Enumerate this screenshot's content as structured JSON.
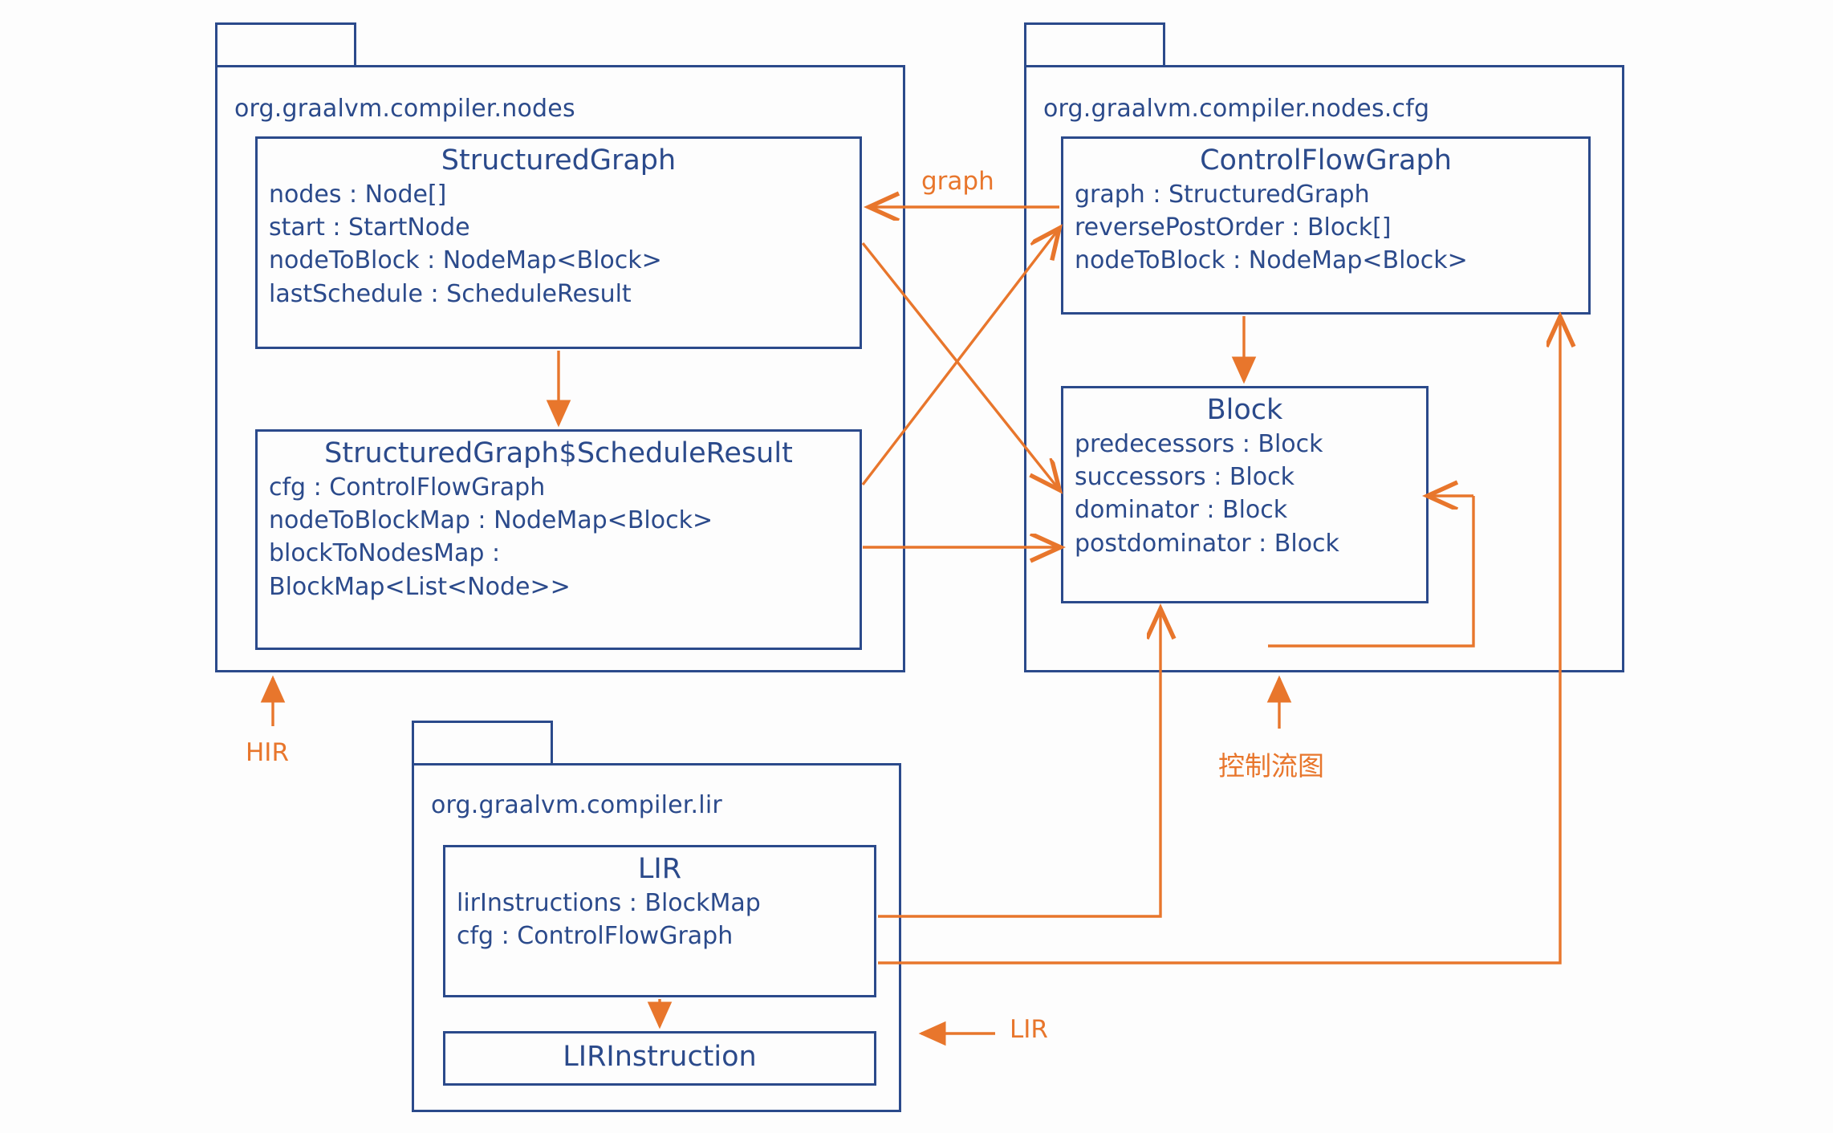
{
  "diagram": {
    "title": "GraalVM compiler IR package class diagram",
    "colors": {
      "box_stroke": "#2b4a8b",
      "text": "#2b4a8b",
      "arrow": "#e8762c",
      "background": "#fdfdfd"
    }
  },
  "packages": [
    {
      "id": "nodes",
      "label": "org.graalvm.compiler.nodes"
    },
    {
      "id": "cfg",
      "label": "org.graalvm.compiler.nodes.cfg"
    },
    {
      "id": "lir",
      "label": "org.graalvm.compiler.lir"
    }
  ],
  "classes": [
    {
      "id": "structured-graph",
      "name": "StructuredGraph",
      "attributes": [
        "nodes : Node[]",
        "start : StartNode",
        "nodeToBlock : NodeMap<Block>",
        "lastSchedule : ScheduleResult"
      ]
    },
    {
      "id": "schedule-result",
      "name": "StructuredGraph$ScheduleResult",
      "attributes": [
        "cfg : ControlFlowGraph",
        "nodeToBlockMap : NodeMap<Block>",
        "blockToNodesMap :",
        "BlockMap<List<Node>>"
      ]
    },
    {
      "id": "control-flow-graph",
      "name": "ControlFlowGraph",
      "attributes": [
        "graph : StructuredGraph",
        "reversePostOrder : Block[]",
        "nodeToBlock : NodeMap<Block>"
      ]
    },
    {
      "id": "block",
      "name": "Block",
      "attributes": [
        "predecessors : Block",
        "successors : Block",
        "dominator : Block",
        "postdominator : Block"
      ]
    },
    {
      "id": "lir",
      "name": "LIR",
      "attributes": [
        "lirInstructions : BlockMap",
        "cfg : ControlFlowGraph"
      ]
    },
    {
      "id": "lir-instruction",
      "name": "LIRInstruction",
      "attributes": []
    }
  ],
  "annotations": [
    {
      "id": "graph-edge-label",
      "text": "graph"
    },
    {
      "id": "hir-label",
      "text": "HIR"
    },
    {
      "id": "lir-label",
      "text": "LIR"
    },
    {
      "id": "cfg-label",
      "text": "控制流图"
    }
  ]
}
